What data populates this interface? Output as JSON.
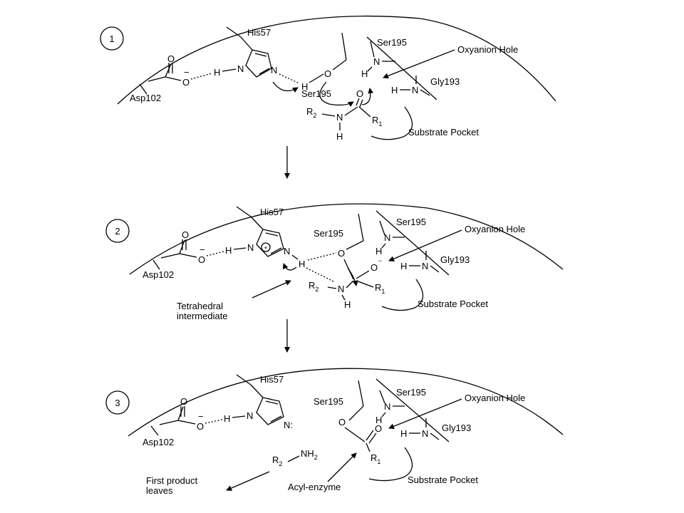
{
  "panels": [
    {
      "step": "1",
      "labels": {
        "his": "His57",
        "ser_side": "Ser195",
        "ser_nh": "Ser195",
        "oxyanion": "Oxyanion Hole",
        "gly": "Gly193",
        "asp": "Asp102",
        "pocket": "Substrate Pocket",
        "h_bridge": "H",
        "n_his_left": "N",
        "n_his_right": "N",
        "o_ser": "O",
        "h_ser": "H",
        "o_carbonyl": "O",
        "r2": "R",
        "r2_sub": "2",
        "n_amide": "N",
        "h_amide": "H",
        "r1": "R",
        "r1_sub": "1",
        "n_backbone": "N",
        "h_backbone": "H",
        "h_gly": "H",
        "n_gly": "N",
        "o_asp": "O",
        "asp_charge": "−"
      }
    },
    {
      "step": "2",
      "labels": {
        "his": "His57",
        "ser_side": "Ser195",
        "ser_nh": "Ser195",
        "oxyanion": "Oxyanion Hole",
        "gly": "Gly193",
        "asp": "Asp102",
        "pocket": "Substrate Pocket",
        "h_bridge": "H",
        "n_his_left": "N",
        "n_his_right": "N",
        "his_charge": "+",
        "o_ser": "O",
        "h_ser": "H",
        "o_minus": "O",
        "o_minus_charge": "−",
        "r2": "R",
        "r2_sub": "2",
        "n_amide": "N",
        "h_amide": "H",
        "r1": "R",
        "r1_sub": "1",
        "n_backbone": "N",
        "h_backbone": "H",
        "h_gly": "H",
        "n_gly": "N",
        "o_asp": "O",
        "asp_charge": "−",
        "tetra_line1": "Tetrahedral",
        "tetra_line2": "intermediate"
      }
    },
    {
      "step": "3",
      "labels": {
        "his": "His57",
        "ser_side": "Ser195",
        "ser_nh": "Ser195",
        "oxyanion": "Oxyanion Hole",
        "gly": "Gly193",
        "asp": "Asp102",
        "pocket": "Substrate Pocket",
        "h_bridge": "H",
        "n_his_left": "N",
        "n_his_right": "N:",
        "o_ser": "O",
        "o_carbonyl": "O",
        "r1": "R",
        "r1_sub": "1",
        "r2": "R",
        "r2_sub": "2",
        "nh2": "NH",
        "nh2_sub": "2",
        "n_backbone": "N",
        "h_backbone": "H",
        "h_gly": "H",
        "n_gly": "N",
        "o_asp": "O",
        "asp_charge": "−",
        "product_line1": "First product",
        "product_line2": "leaves",
        "acyl": "Acyl-enzyme"
      }
    }
  ]
}
